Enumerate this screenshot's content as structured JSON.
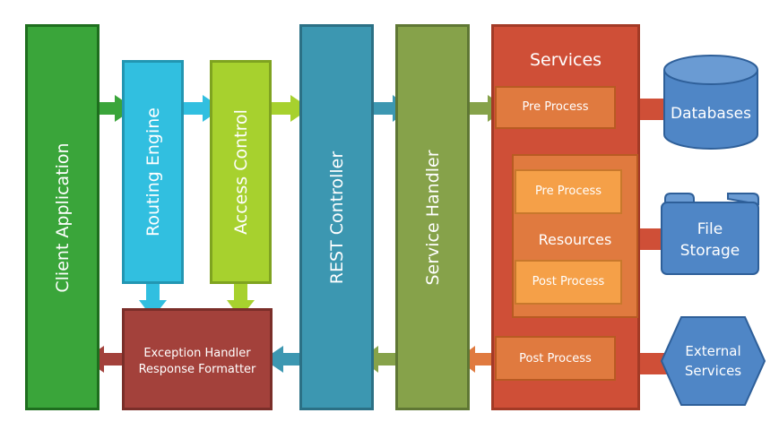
{
  "diagram": {
    "client_application": "Client Application",
    "routing_engine": "Routing Engine",
    "access_control": "Access Control",
    "rest_controller": "REST Controller",
    "service_handler": "Service Handler",
    "services": "Services",
    "pre_process_top": "Pre Process",
    "resources": "Resources",
    "pre_process_inner": "Pre Process",
    "post_process_inner": "Post Process",
    "post_process_bottom": "Post Process",
    "exception_handler_line1": "Exception Handler",
    "exception_handler_line2": "Response Formatter",
    "databases": "Databases",
    "file_storage_line1": "File",
    "file_storage_line2": "Storage",
    "external_services_line1": "External",
    "external_services_line2": "Services"
  },
  "colors": {
    "client_green": "#3aa53a",
    "routing_cyan": "#31bfe0",
    "access_lime": "#a7d12e",
    "rest_teal": "#3c97b1",
    "service_olive": "#86a24a",
    "services_red": "#cf4f37",
    "orange": "#e07a3f",
    "light_orange": "#f5a048",
    "exception_red": "#a3413b",
    "storage_blue": "#4f86c6"
  }
}
